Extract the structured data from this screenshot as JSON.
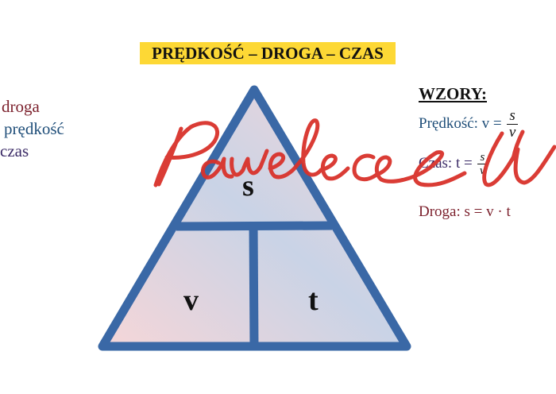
{
  "title": "PRĘDKOŚĆ – DROGA – CZAS",
  "legend": [
    {
      "text": "s – droga",
      "visible": "droga",
      "color": "#7b1f2b"
    },
    {
      "text": "v – prędkość",
      "visible": "prędkość",
      "color": "#1f4e79"
    },
    {
      "text": "t – czas",
      "visible": "czas",
      "color": "#3a2a66"
    }
  ],
  "triangle": {
    "top_label": "s",
    "left_label": "v",
    "right_label": "t",
    "stroke_color": "#3a68a6"
  },
  "formulas": {
    "heading": "WZORY:",
    "velocity": {
      "label": "Prędkość: v =",
      "num": "s",
      "den": "v",
      "color": "#1f4e79"
    },
    "time": {
      "label": "Czas: t =",
      "num": "s",
      "den": "v",
      "color": "#3a2a66"
    },
    "distance": {
      "label": "Droga: s = v · t",
      "color": "#7b1f2b"
    }
  },
  "watermark": {
    "text": "Pawelec U",
    "color": "#d9322b"
  }
}
